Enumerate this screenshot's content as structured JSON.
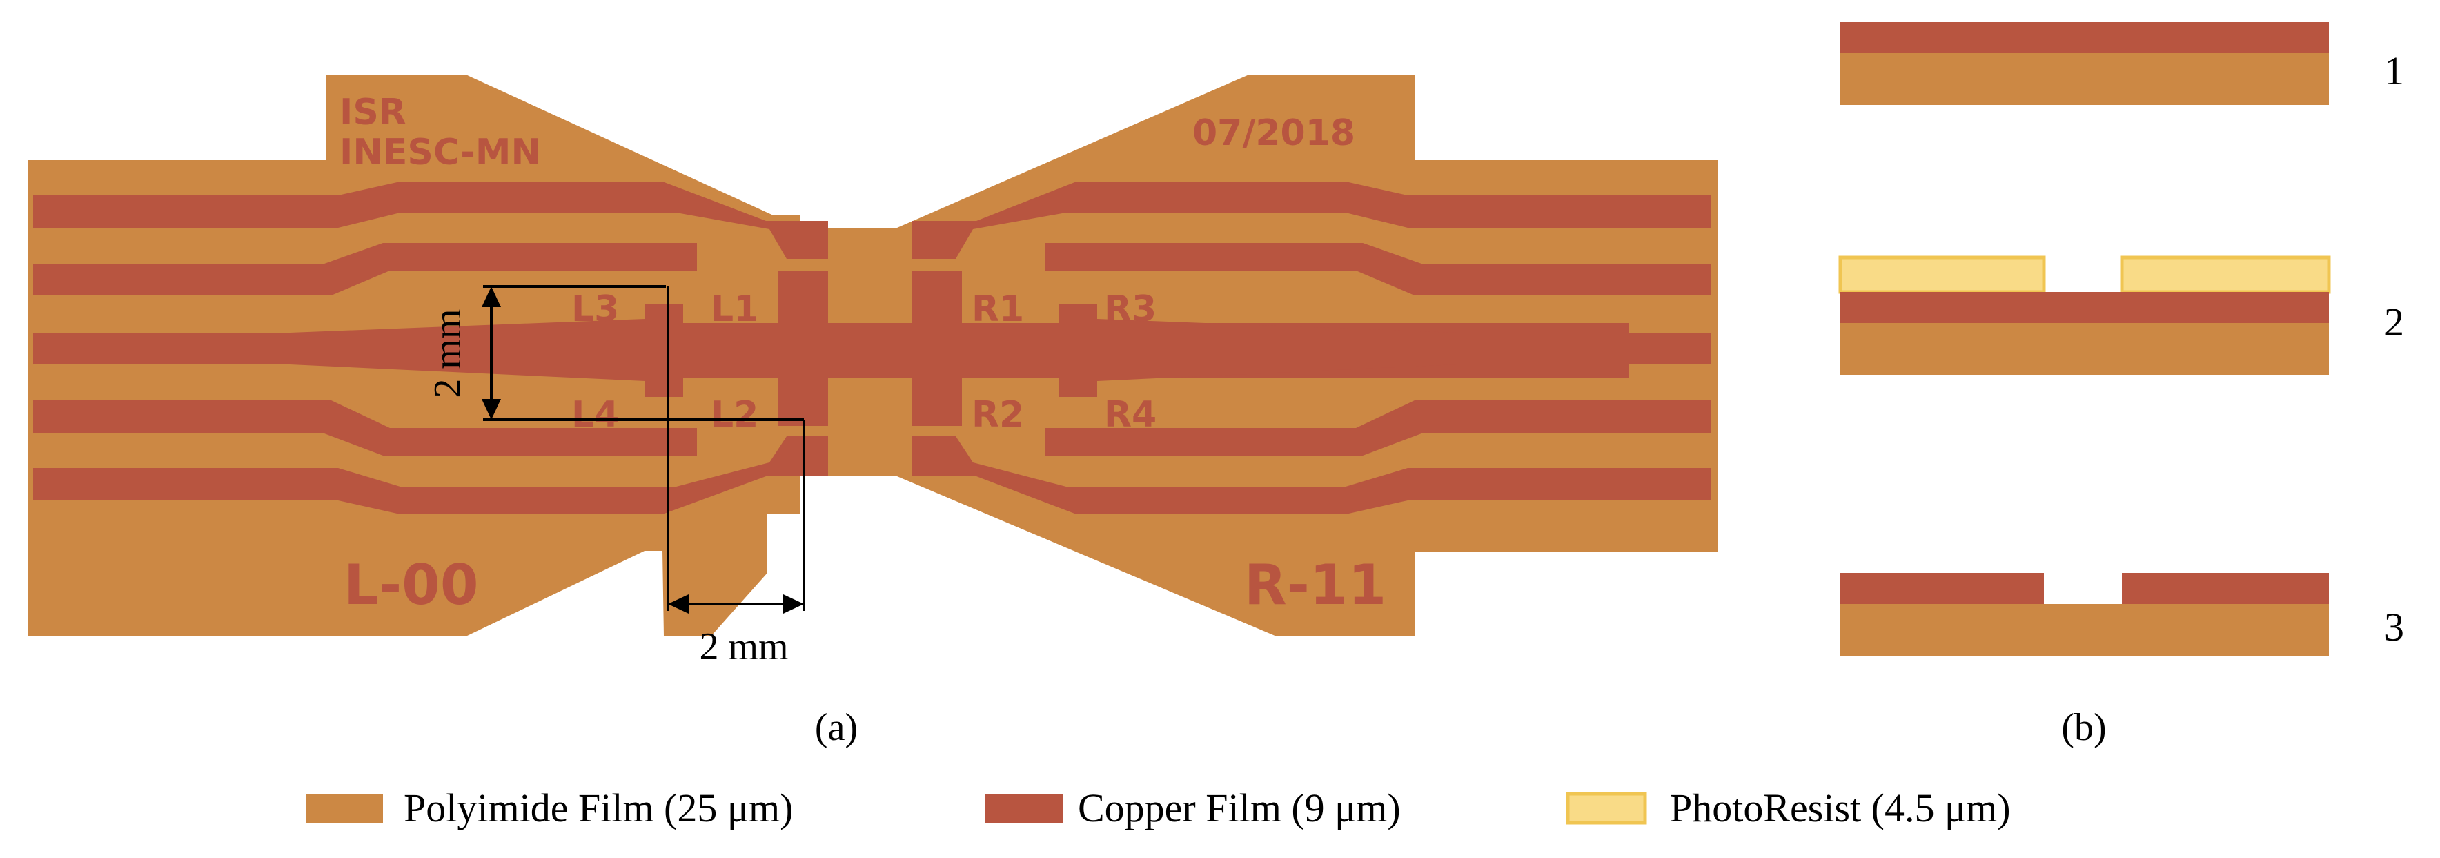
{
  "colors": {
    "polyimide": "#CC8844",
    "copper": "#B85540",
    "photoresist": "#F9DB87",
    "photoresist_edge": "#F0C552",
    "board_text": "#B85540",
    "annotation": "#000000"
  },
  "panel_a": {
    "caption": "(a)",
    "board_text": {
      "org_line1": "ISR",
      "org_line2": "INESC-MN",
      "date": "07/2018",
      "left_id": "L-00",
      "right_id": "R-11"
    },
    "electrodes": {
      "l1": "L1",
      "l2": "L2",
      "l3": "L3",
      "l4": "L4",
      "r1": "R1",
      "r2": "R2",
      "r3": "R3",
      "r4": "R4"
    },
    "dimension_vertical": "2 mm",
    "dimension_horizontal": "2 mm"
  },
  "panel_b": {
    "caption": "(b)",
    "steps": [
      {
        "label": "1",
        "layers": [
          "polyimide",
          "copper"
        ]
      },
      {
        "label": "2",
        "layers": [
          "polyimide",
          "copper",
          "photoresist"
        ]
      },
      {
        "label": "3",
        "layers": [
          "polyimide",
          "copper (etched)"
        ]
      }
    ]
  },
  "legend": [
    {
      "key": "polyimide",
      "label": "Polyimide Film (25 μm)",
      "icon": "polyimide-swatch"
    },
    {
      "key": "copper",
      "label": "Copper Film (9 μm)",
      "icon": "copper-swatch"
    },
    {
      "key": "photoresist",
      "label": "PhotoResist (4.5 μm)",
      "icon": "photoresist-swatch"
    }
  ]
}
